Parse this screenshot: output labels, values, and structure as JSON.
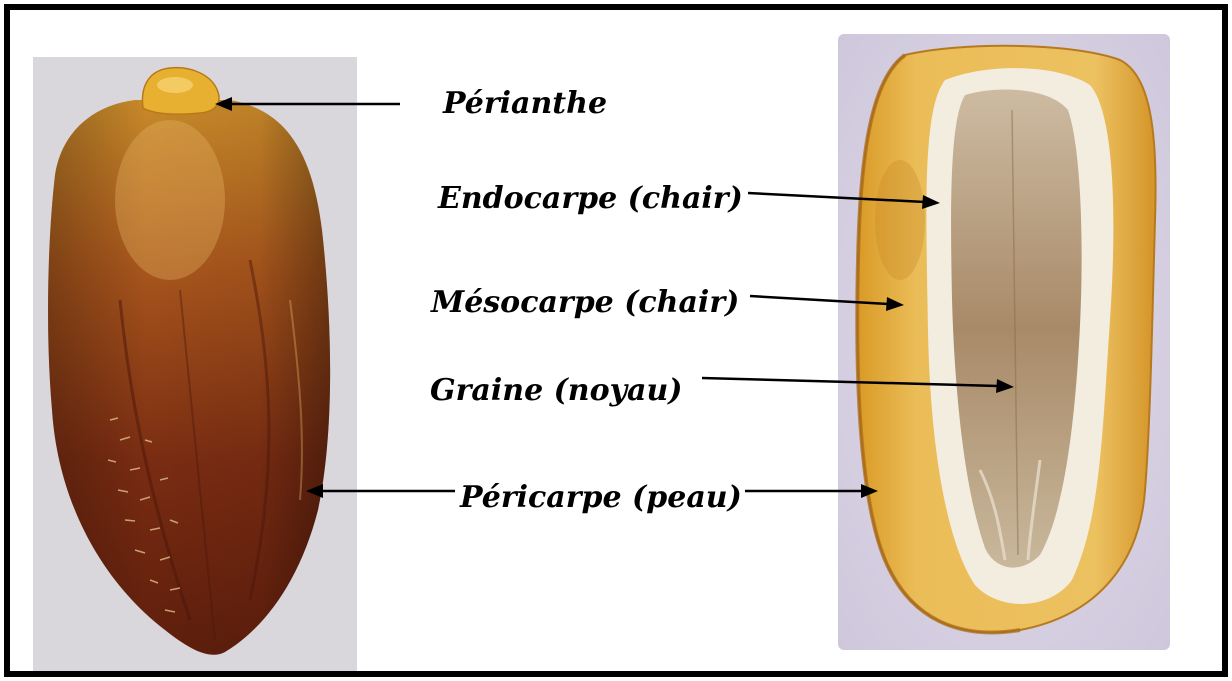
{
  "labels": {
    "perianthe": "Périanthe",
    "endocarpe": "Endocarpe (chair)",
    "mesocarpe": "Mésocarpe (chair)",
    "graine": "Graine (noyau)",
    "pericarpe": "Péricarpe (peau)"
  },
  "colors": {
    "frame": "#000000",
    "text": "#000000",
    "photo_background_left": "#d9d6dc",
    "photo_background_right": "#d6d0e3",
    "date_skin_dark": "#6e2410",
    "date_skin_light": "#c88a2a",
    "perianth": "#e8b030",
    "flesh_yellow": "#e9b84a",
    "endocarp_white": "#f4efe4",
    "seed_brown": "#a98c6c"
  },
  "icons": [
    "arrow-icon"
  ]
}
